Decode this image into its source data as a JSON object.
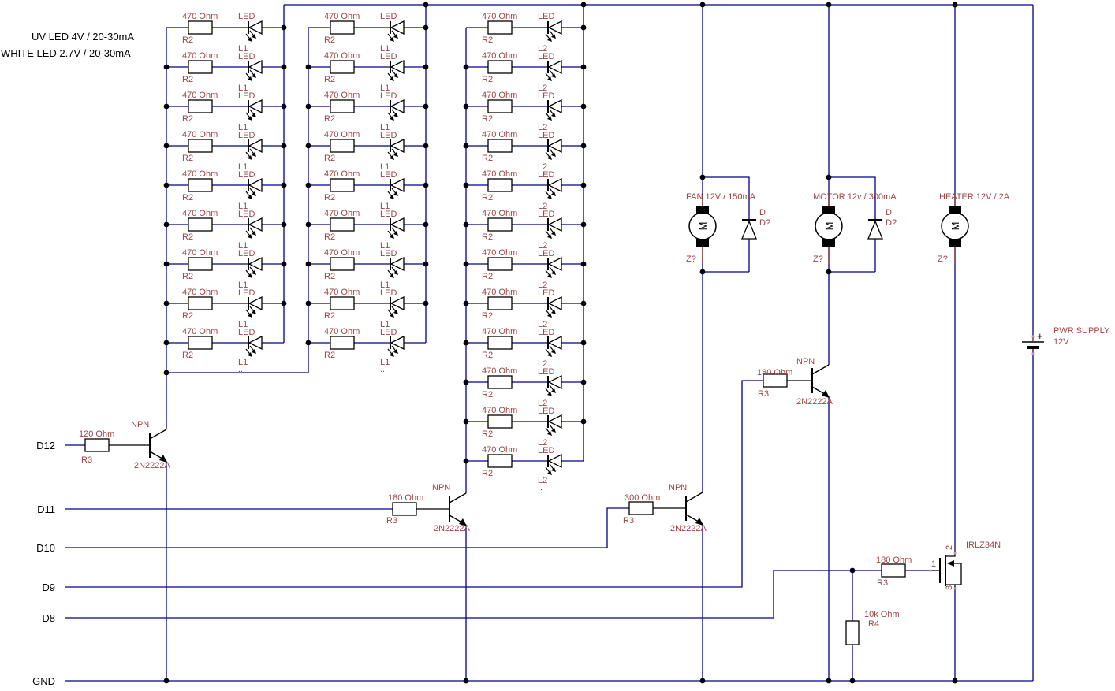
{
  "notes": {
    "uv": "UV LED 4V / 20-30mA",
    "white": "WHITE LED 2.7V / 20-30mA"
  },
  "pins": {
    "d12": "D12",
    "d11": "D11",
    "d10": "D10",
    "d9": "D9",
    "d8": "D8",
    "gnd": "GND"
  },
  "led_columns": [
    {
      "count": 9,
      "first_label": "LED",
      "name": "L1",
      "sub_label": "LED",
      "cont_name": "L1",
      "cont_dots": "..",
      "res_value": "470 Ohm",
      "res_name": "R2"
    },
    {
      "count": 9,
      "first_label": "LED",
      "name": "L1",
      "sub_label": "LED",
      "cont_name": "L1",
      "cont_dots": "..",
      "res_value": "470 Ohm",
      "res_name": "R2"
    },
    {
      "count": 12,
      "first_label": "LED",
      "name": "L2",
      "sub_label": "LED",
      "cont_name": "L2",
      "cont_dots": "..",
      "res_value": "470 Ohm",
      "res_name": "R2"
    }
  ],
  "drivers": [
    {
      "pin": "D12",
      "res_value": "120 Ohm",
      "res_name": "R3",
      "type": "NPN",
      "part": "2N2222A"
    },
    {
      "pin": "D11",
      "res_value": "180 Ohm",
      "res_name": "R3",
      "type": "NPN",
      "part": "2N2222A"
    },
    {
      "pin": "D10",
      "res_value": "300 Ohm",
      "res_name": "R3",
      "type": "NPN",
      "part": "2N2222A"
    },
    {
      "pin": "D9",
      "res_value": "180 Ohm",
      "res_name": "R3",
      "type": "NPN",
      "part": "2N2222A"
    }
  ],
  "loads": [
    {
      "label": "FAN 12V / 150mA",
      "z": "Z?",
      "m": "M",
      "diode_name": "D",
      "diode_value": "D?"
    },
    {
      "label": "MOTOR 12v / 300mA",
      "z": "Z?",
      "m": "M",
      "diode_name": "D",
      "diode_value": "D?"
    },
    {
      "label": "HEATER 12V / 2A",
      "z": "Z?",
      "m": "M"
    }
  ],
  "mosfet": {
    "part": "IRLZ34N",
    "pin1": "1",
    "pin2": "2",
    "pin3": "3",
    "gate_res_value": "180 Ohm",
    "gate_res_name": "R3",
    "pulldown_value": "10k Ohm",
    "pulldown_name": "R4"
  },
  "power": {
    "name": "PWR SUPPLY",
    "value": "12V",
    "plus": "+"
  },
  "colors": {
    "wire": "#00008b",
    "label": "#9c4646",
    "component": "#000000",
    "lead": "#8b3a3a"
  }
}
